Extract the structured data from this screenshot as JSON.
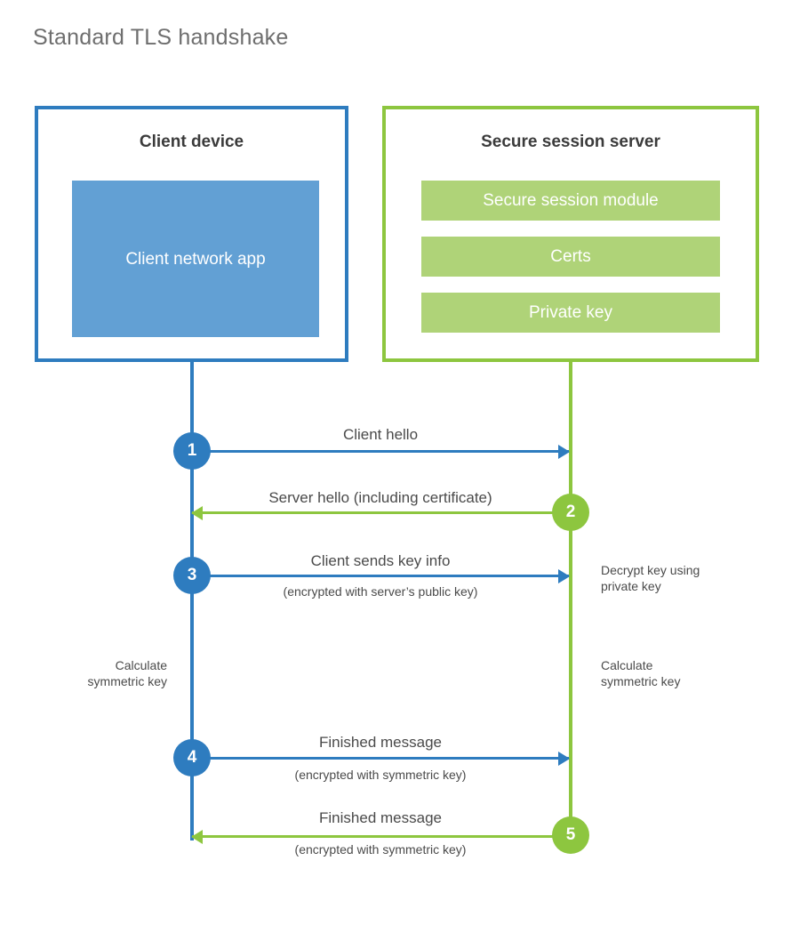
{
  "title": "Standard TLS handshake",
  "client": {
    "title": "Client device",
    "app_label": "Client network\napp",
    "accent": "#2E7CBF",
    "app_fill": "#62A0D4"
  },
  "server": {
    "title": "Secure session server",
    "accent": "#8DC63F",
    "bar_fill": "#AFD378",
    "bars": [
      {
        "label": "Secure session module"
      },
      {
        "label": "Certs"
      },
      {
        "label": "Private key"
      }
    ]
  },
  "steps": [
    {
      "number": "1",
      "direction": "client-to-server",
      "label": "Client hello",
      "sublabel": ""
    },
    {
      "number": "2",
      "direction": "server-to-client",
      "label": "Server hello (including certificate)",
      "sublabel": ""
    },
    {
      "number": "3",
      "direction": "client-to-server",
      "label": "Client sends key info",
      "sublabel": "(encrypted with server’s public key)"
    },
    {
      "number": "4",
      "direction": "client-to-server",
      "label": "Finished message",
      "sublabel": "(encrypted with symmetric key)"
    },
    {
      "number": "5",
      "direction": "server-to-client",
      "label": "Finished message",
      "sublabel": "(encrypted with symmetric key)"
    }
  ],
  "notes": {
    "decrypt_key": "Decrypt key using\nprivate key",
    "client_symmetric_key": "Calculate\nsymmetric key",
    "server_symmetric_key": "Calculate\nsymmetric key"
  }
}
